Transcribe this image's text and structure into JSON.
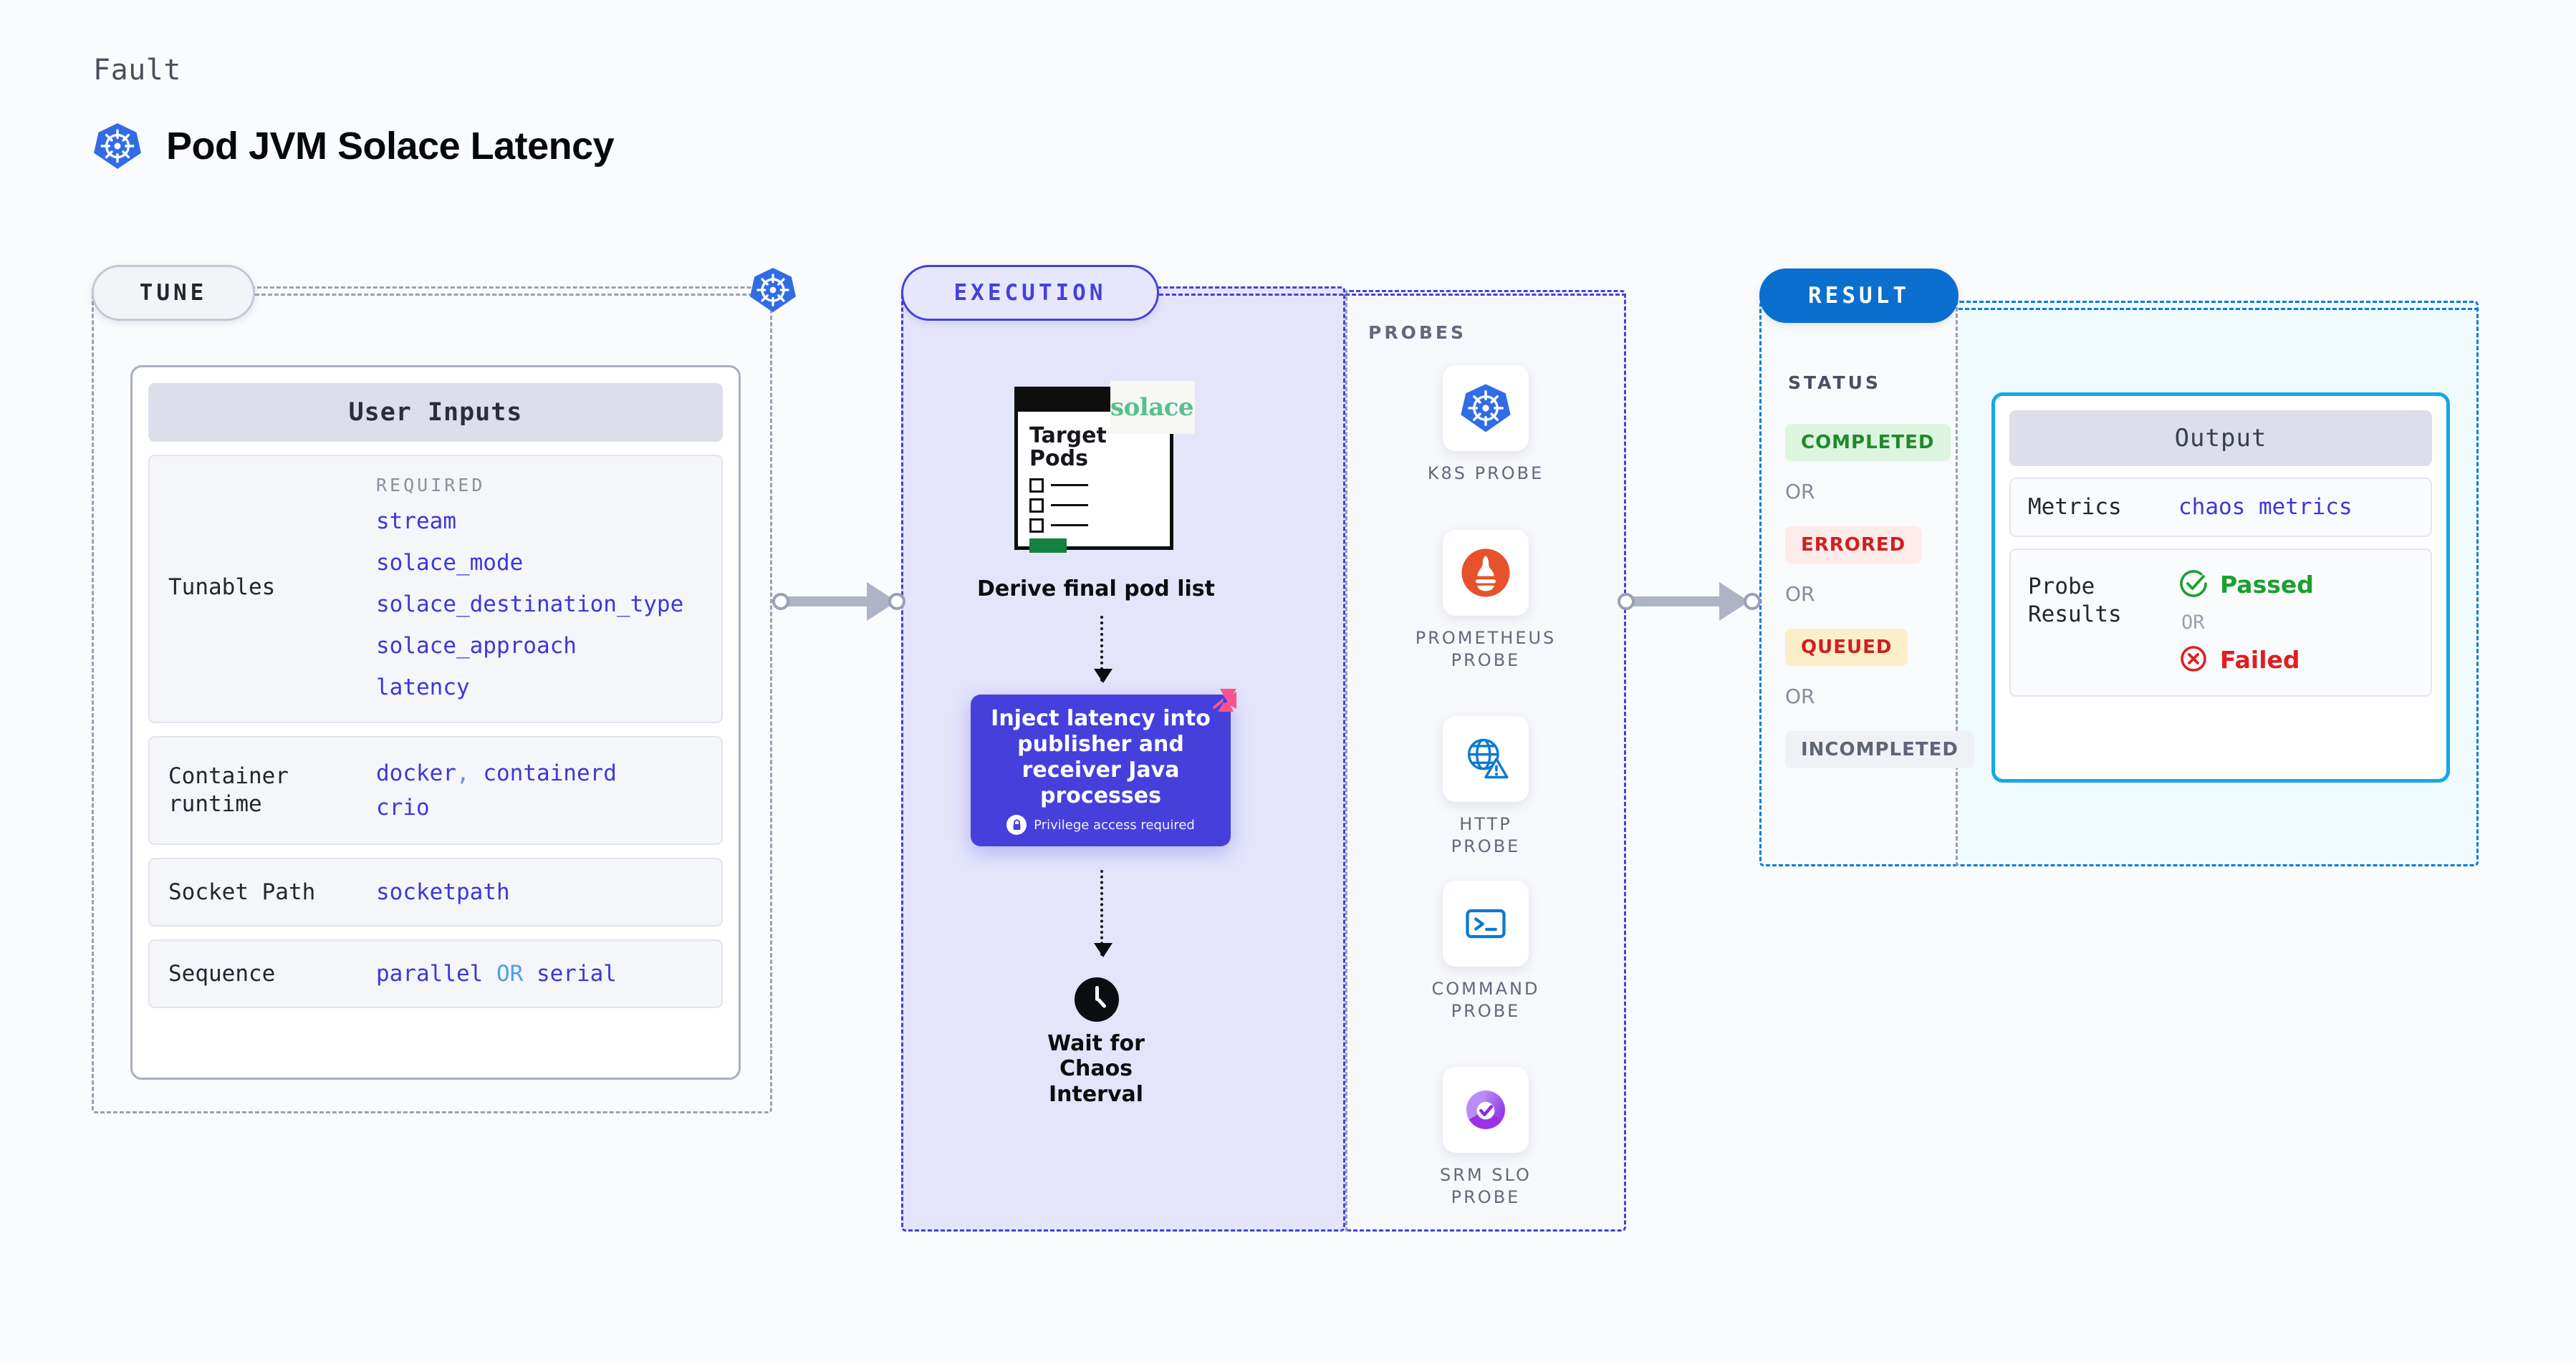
{
  "header": {
    "eyebrow": "Fault",
    "title": "Pod JVM Solace Latency",
    "icon": "kubernetes-icon"
  },
  "stages": {
    "tune_label": "TUNE",
    "execution_label": "EXECUTION",
    "result_label": "RESULT"
  },
  "tune": {
    "card_title": "User Inputs",
    "required_label": "REQUIRED",
    "tunables_label": "Tunables",
    "tunables": [
      "stream",
      "solace_mode",
      "solace_destination_type",
      "solace_approach",
      "latency"
    ],
    "rows": [
      {
        "label": "Container runtime",
        "values": [
          "docker",
          "containerd",
          "crio"
        ],
        "separator": ","
      },
      {
        "label": "Socket Path",
        "values": [
          "socketpath"
        ]
      },
      {
        "label": "Sequence",
        "values": [
          "parallel",
          "serial"
        ],
        "separator": "OR"
      }
    ]
  },
  "execution": {
    "document": {
      "title_line1": "Target",
      "title_line2": "Pods",
      "brand": "solace",
      "brand_icon": "solace-logo"
    },
    "step1_caption": "Derive final pod list",
    "inject_box": {
      "text": "Inject latency into publisher and receiver Java processes",
      "privilege_note": "Privilege access required",
      "privilege_icon": "lock-icon",
      "corner_icon": "chaos-pinwheel-icon"
    },
    "step3_caption_line1": "Wait for Chaos",
    "step3_caption_line2": "Interval",
    "step3_icon": "clock-icon"
  },
  "probes": {
    "heading": "PROBES",
    "items": [
      {
        "label_line1": "K8S  PROBE",
        "label_line2": "",
        "icon": "kubernetes-icon"
      },
      {
        "label_line1": "PROMETHEUS",
        "label_line2": "PROBE",
        "icon": "prometheus-icon"
      },
      {
        "label_line1": "HTTP  PROBE",
        "label_line2": "",
        "icon": "http-globe-warning-icon"
      },
      {
        "label_line1": "COMMAND",
        "label_line2": "PROBE",
        "icon": "terminal-icon"
      },
      {
        "label_line1": "SRM  SLO",
        "label_line2": "PROBE",
        "icon": "srm-slo-icon"
      }
    ]
  },
  "result": {
    "status_heading": "STATUS",
    "or_label": "OR",
    "statuses": [
      {
        "label": "COMPLETED",
        "text_color": "#1f8a2b",
        "bg_color": "#ddf5de"
      },
      {
        "label": "ERRORED",
        "text_color": "#cf2020",
        "bg_color": "#fcebe9"
      },
      {
        "label": "QUEUED",
        "text_color": "#cf2020",
        "bg_color": "#fbefc9"
      },
      {
        "label": "INCOMPLETED",
        "text_color": "#5f6577",
        "bg_color": "#eff1f5"
      }
    ]
  },
  "output": {
    "card_title": "Output",
    "metrics_label": "Metrics",
    "metrics_value": "chaos metrics",
    "probe_results_label": "Probe Results",
    "passed_label": "Passed",
    "failed_label": "Failed",
    "or_label": "OR",
    "passed_icon": "check-circle-icon",
    "failed_icon": "x-circle-icon"
  },
  "colors": {
    "accent_purple": "#4540dc",
    "accent_blue": "#0a6fce",
    "k8s_blue": "#326ce5",
    "solace_green": "#57bf8c",
    "pink": "#f9538f"
  }
}
